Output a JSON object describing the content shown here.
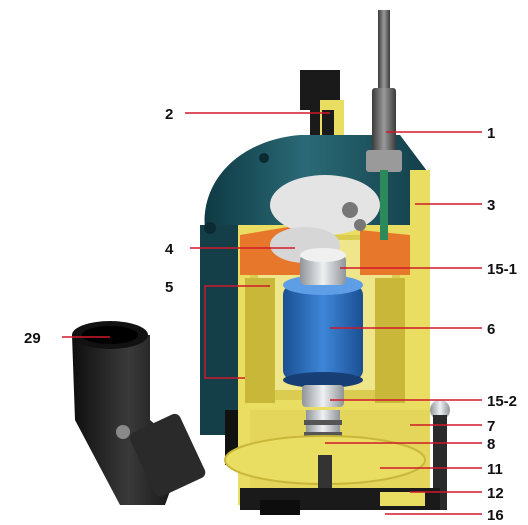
{
  "colors": {
    "leader": "#d0182b",
    "housing_teal": "#1e5560",
    "housing_teal_dark": "#123a43",
    "cutaway_yellow": "#e9de62",
    "cutaway_yellow_dark": "#c9b73a",
    "motor_blue": "#2a6fc2",
    "orange_part": "#e7772a",
    "steel_silver": "#cfd3d6",
    "rubber_black": "#1e1e1e"
  },
  "callouts": {
    "c1": "1",
    "c2": "2",
    "c3": "3",
    "c4": "4",
    "c5": "5",
    "c6": "6",
    "c7": "7",
    "c8": "8",
    "c11": "11",
    "c12": "12",
    "c15_1": "15-1",
    "c15_2": "15-2",
    "c16": "16",
    "c29": "29"
  }
}
